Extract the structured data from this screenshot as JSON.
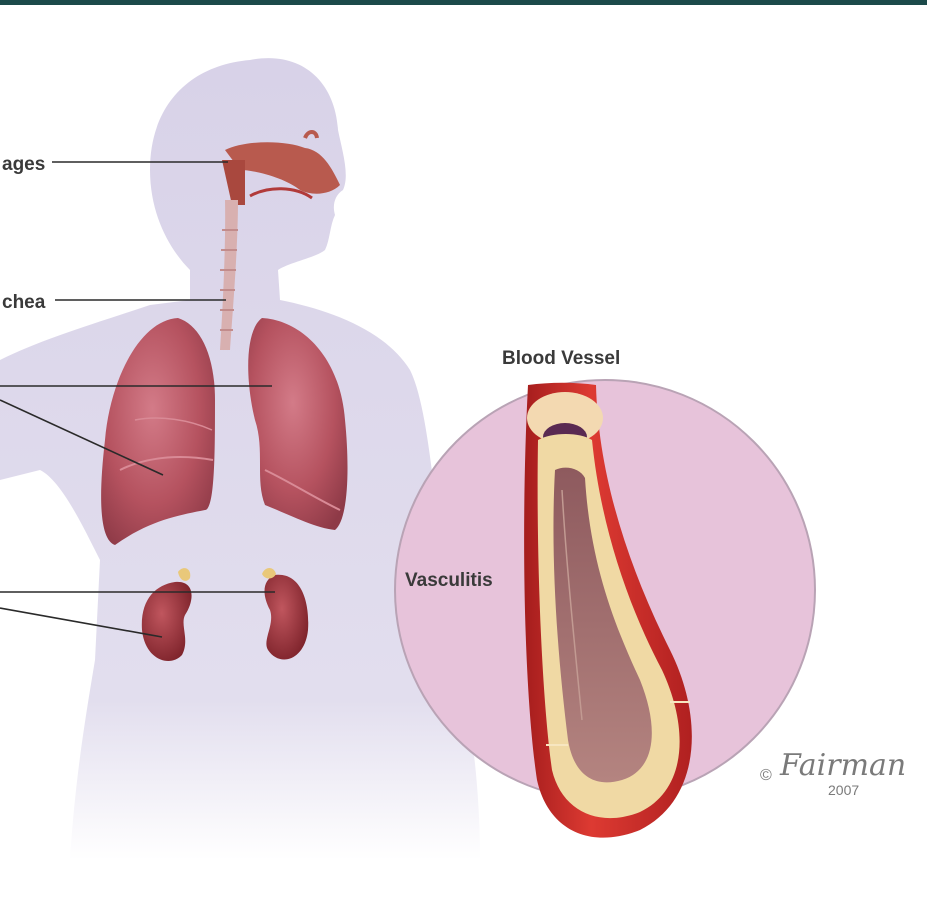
{
  "top_bar": {
    "color": "#1c4a4a"
  },
  "labels": {
    "nasal": "ages",
    "trachea": "chea",
    "blood_vessel": "Blood Vessel",
    "vasculitis": "Vasculitis"
  },
  "credit": {
    "copyright_symbol": "©",
    "signature": "Fairman",
    "year": "2007"
  },
  "colors": {
    "body": "#dcd6ea",
    "lung": "#b6505e",
    "kidney": "#8e2d35",
    "vessel": "#c62b2b",
    "inset_circle": "#e7c3da",
    "plaque": "#f0d9a4"
  }
}
